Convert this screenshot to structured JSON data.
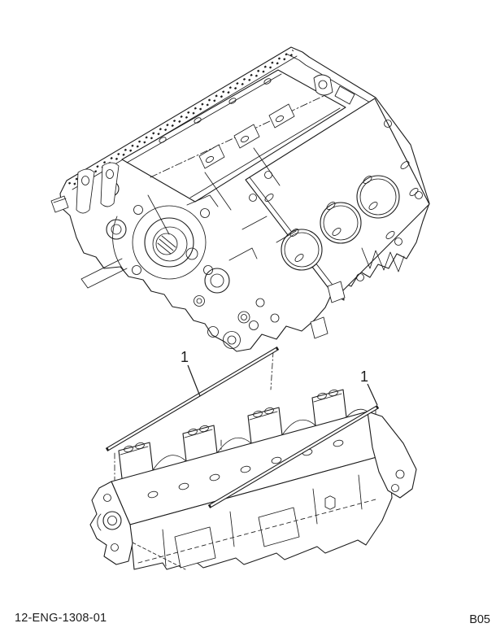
{
  "figure": {
    "description": "Exploded isometric line drawing: engine cylinder block (top) and lower crankcase installed with two long dowel pins (bottom)",
    "callouts": [
      {
        "label": "1"
      },
      {
        "label": "1"
      }
    ]
  },
  "footer": {
    "drawing_number": "12-ENG-1308-01",
    "sheet_code": "B05"
  },
  "colors": {
    "background": "#ffffff",
    "line": "#1c1c1c"
  }
}
